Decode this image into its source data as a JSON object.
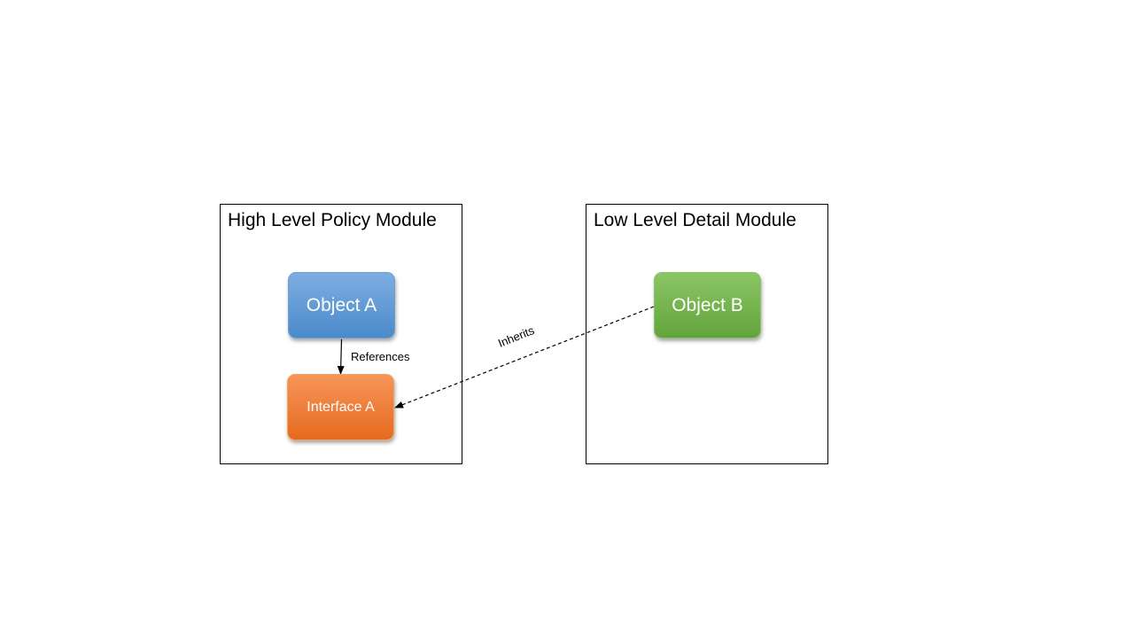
{
  "modules": {
    "high": {
      "title": "High Level Policy Module"
    },
    "low": {
      "title": "Low Level Detail Module"
    }
  },
  "nodes": {
    "object_a": {
      "label": "Object A",
      "color_top": "#7eaee2",
      "color_bottom": "#4b8acb"
    },
    "interface_a": {
      "label": "Interface A",
      "color_top": "#f7955a",
      "color_bottom": "#e56a1f"
    },
    "object_b": {
      "label": "Object B",
      "color_top": "#8cc565",
      "color_bottom": "#62a43b"
    }
  },
  "edges": {
    "references": {
      "label": "References",
      "style": "solid",
      "from": "Object A",
      "to": "Interface A"
    },
    "inherits": {
      "label": "Inherits",
      "style": "dashed",
      "from": "Object B",
      "to": "Interface A"
    }
  }
}
